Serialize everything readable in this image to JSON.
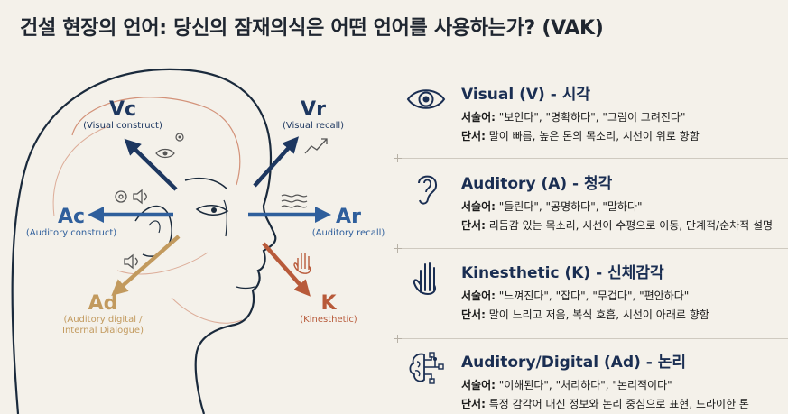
{
  "title": "건설 현장의 언어: 당신의 잠재의식은 어떤 언어를 사용하는가? (VAK)",
  "head_labels": {
    "vc": {
      "code": "Vc",
      "sub": "(Visual construct)"
    },
    "vr": {
      "code": "Vr",
      "sub": "(Visual recall)"
    },
    "ac": {
      "code": "Ac",
      "sub": "(Auditory construct)"
    },
    "ar": {
      "code": "Ar",
      "sub": "(Auditory recall)"
    },
    "ad": {
      "code": "Ad",
      "sub1": "(Auditory digital /",
      "sub2": "Internal Dialogue)"
    },
    "k": {
      "code": "K",
      "sub": "(Kinesthetic)"
    }
  },
  "sections": [
    {
      "icon": "eye-icon",
      "heading": "Visual (V) - 시각",
      "predicate_label": "서술어:",
      "predicates": " \"보인다\", \"명확하다\", \"그림이 그려진다\"",
      "cue_label": "단서:",
      "cues": " 말이 빠름, 높은 톤의 목소리, 시선이 위로 향함"
    },
    {
      "icon": "ear-icon",
      "heading": "Auditory (A) - 청각",
      "predicate_label": "서술어:",
      "predicates": " \"들린다\", \"공명하다\", \"말하다\"",
      "cue_label": "단서:",
      "cues": " 리듬감 있는 목소리, 시선이 수평으로 이동, 단계적/순차적 설명"
    },
    {
      "icon": "hand-icon",
      "heading": "Kinesthetic (K) - 신체감각",
      "predicate_label": "서술어:",
      "predicates": " \"느껴진다\", \"잡다\", \"무겁다\", \"편안하다\"",
      "cue_label": "단서:",
      "cues": " 말이 느리고 저음, 복식 호흡, 시선이 아래로 향함"
    },
    {
      "icon": "brain-circuit-icon",
      "heading": "Auditory/Digital (Ad) - 논리",
      "predicate_label": "서술어:",
      "predicates": " \"이해된다\", \"처리하다\", \"논리적이다\"",
      "cue_label": "단서:",
      "cues": " 특정 감각어 대신 정보와 논리 중심으로 표현, 드라이한 톤"
    }
  ],
  "colors": {
    "navy": "#1d3760",
    "blue": "#2f5f9c",
    "tan": "#c29a5e",
    "rust": "#b85a3a",
    "background": "#f4f1ea"
  }
}
